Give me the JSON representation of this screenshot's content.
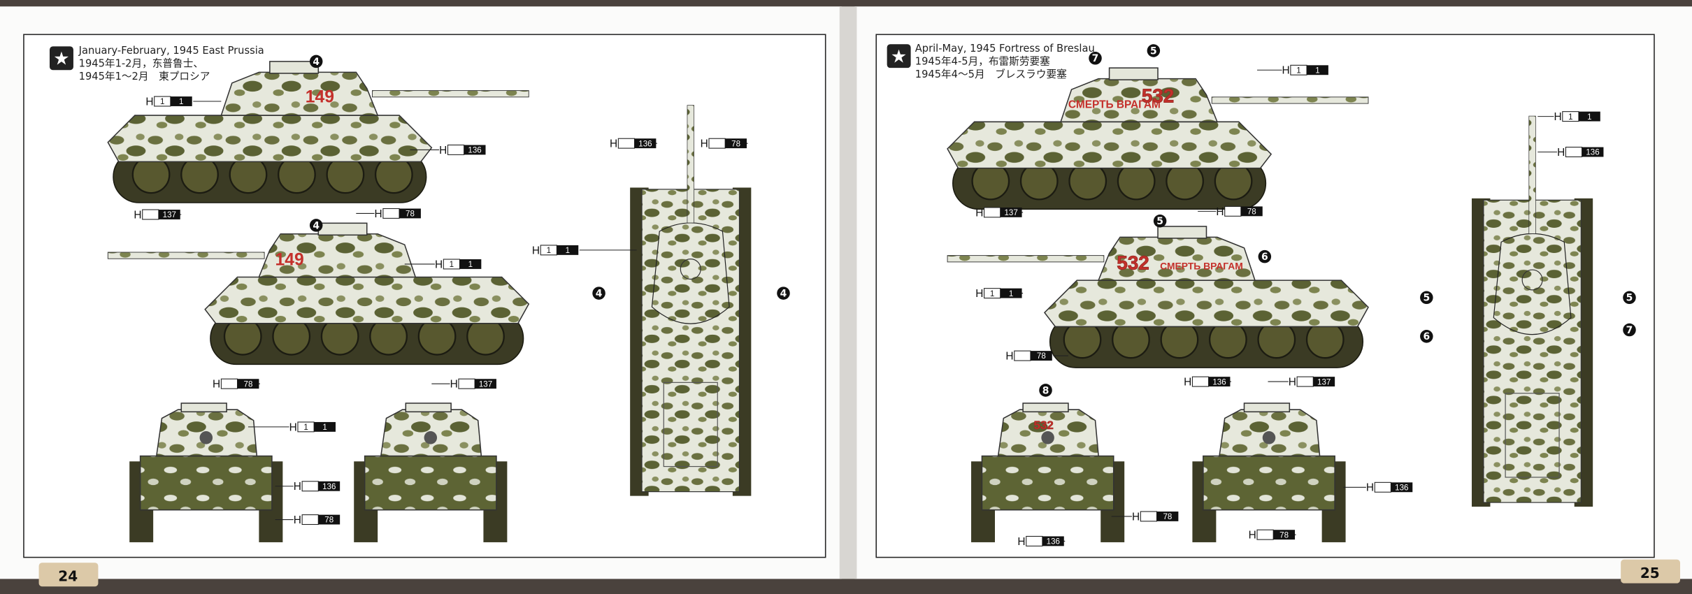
{
  "pages": [
    {
      "number": "24",
      "scheme": {
        "title_en": "January-February, 1945 East Prussia",
        "title_zh": "1945年1-2月，东普鲁士、",
        "title_ja": "1945年1～2月　東プロシア",
        "icon": "star-icon"
      },
      "turret_number": "149",
      "callouts": [
        {
          "code": "H",
          "a": "1",
          "b": "1"
        },
        {
          "code": "H",
          "a": "",
          "b": "136"
        },
        {
          "code": "H",
          "a": "",
          "b": "137"
        },
        {
          "code": "H",
          "a": "",
          "b": "78"
        },
        {
          "code": "H",
          "a": "1",
          "b": "1"
        },
        {
          "code": "H",
          "a": "",
          "b": "78"
        },
        {
          "code": "H",
          "a": "",
          "b": "137"
        },
        {
          "code": "H",
          "a": "1",
          "b": "1"
        },
        {
          "code": "H",
          "a": "",
          "b": "136"
        },
        {
          "code": "H",
          "a": "",
          "b": "78"
        },
        {
          "code": "H",
          "a": "",
          "b": "136"
        },
        {
          "code": "H",
          "a": "",
          "b": "78"
        },
        {
          "code": "H",
          "a": "1",
          "b": "1"
        }
      ],
      "decal_markers": [
        "4",
        "4",
        "4",
        "4"
      ]
    },
    {
      "number": "25",
      "scheme": {
        "title_en": "April-May, 1945 Fortress of Breslau",
        "title_zh": "1945年4-5月，布雷斯劳要塞",
        "title_ja": "1945年4～5月　ブレスラウ要塞",
        "icon": "star-icon"
      },
      "turret_number": "532",
      "slogan": "СМЕРТЬ ВРАГАМ",
      "callouts": [
        {
          "code": "H",
          "a": "1",
          "b": "1"
        },
        {
          "code": "H",
          "a": "",
          "b": "137"
        },
        {
          "code": "H",
          "a": "",
          "b": "78"
        },
        {
          "code": "H",
          "a": "1",
          "b": "1"
        },
        {
          "code": "H",
          "a": "",
          "b": "78"
        },
        {
          "code": "H",
          "a": "",
          "b": "136"
        },
        {
          "code": "H",
          "a": "",
          "b": "137"
        },
        {
          "code": "H",
          "a": "",
          "b": "136"
        },
        {
          "code": "H",
          "a": "",
          "b": "78"
        },
        {
          "code": "H",
          "a": "",
          "b": "78"
        },
        {
          "code": "H",
          "a": "",
          "b": "136"
        },
        {
          "code": "H",
          "a": "1",
          "b": "1"
        },
        {
          "code": "H",
          "a": "",
          "b": "136"
        }
      ],
      "decal_markers": [
        "7",
        "5",
        "5",
        "6",
        "8",
        "5",
        "5",
        "6",
        "7"
      ]
    }
  ],
  "colors": {
    "camo_white": "#e8eae0",
    "camo_olive": "#5f6636",
    "decal_red": "#c4302b",
    "page_tab": "#dcc9a8"
  }
}
